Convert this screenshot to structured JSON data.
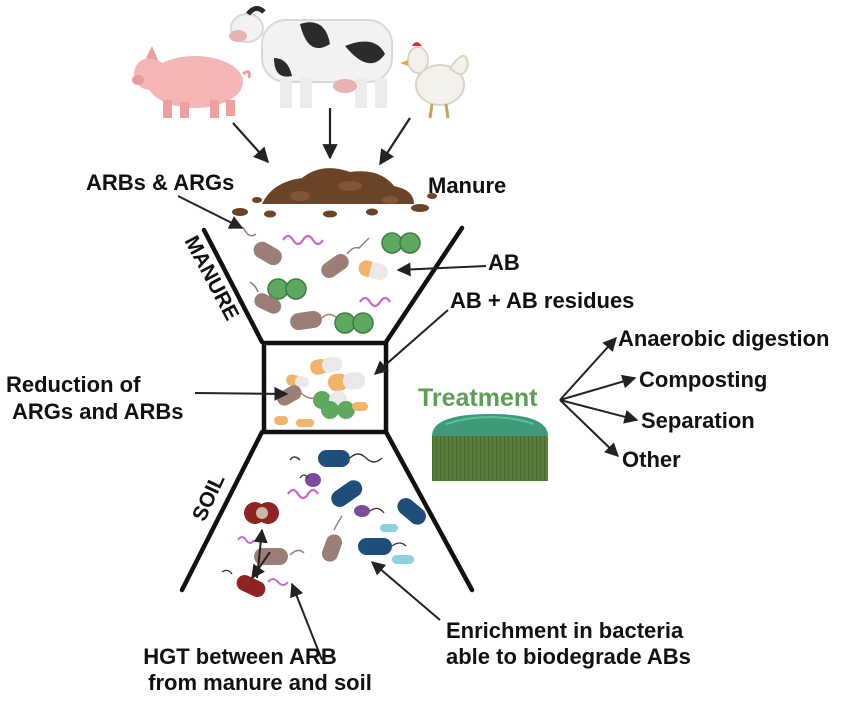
{
  "labels": {
    "arbs_args": "ARBs & ARGs",
    "manure": "Manure",
    "ab": "AB",
    "ab_residues": "AB + AB residues",
    "manure_section": "MANURE",
    "reduction_line1": "Reduction of",
    "reduction_line2": "ARGs and ARBs",
    "treatment": "Treatment",
    "soil_section": "SOIL",
    "hgt_line1": "HGT between ARB",
    "hgt_line2": "from manure and soil",
    "enrichment_line1": "Enrichment in bacteria",
    "enrichment_line2": "able to biodegrade ABs"
  },
  "treatment_options": [
    "Anaerobic digestion",
    "Composting",
    "Separation",
    "Other"
  ],
  "colors": {
    "treatment_text": "#5c9e53",
    "digester_body": "#5b7f3a",
    "digester_dome": "#3f9a7a",
    "manure_brown": "#6b4427",
    "bacteria_brown": "#9b7f76",
    "coccus_green": "#5fa860",
    "gene_purple": "#c56ac9",
    "capsule_orange": "#f2b468",
    "soil_blue": "#1f4e7a",
    "soil_red": "#8f2222",
    "soil_purple": "#7a4c9c"
  },
  "icons": [
    "pig-icon",
    "cow-icon",
    "chicken-icon",
    "manure-pile-icon",
    "digester-icon"
  ]
}
